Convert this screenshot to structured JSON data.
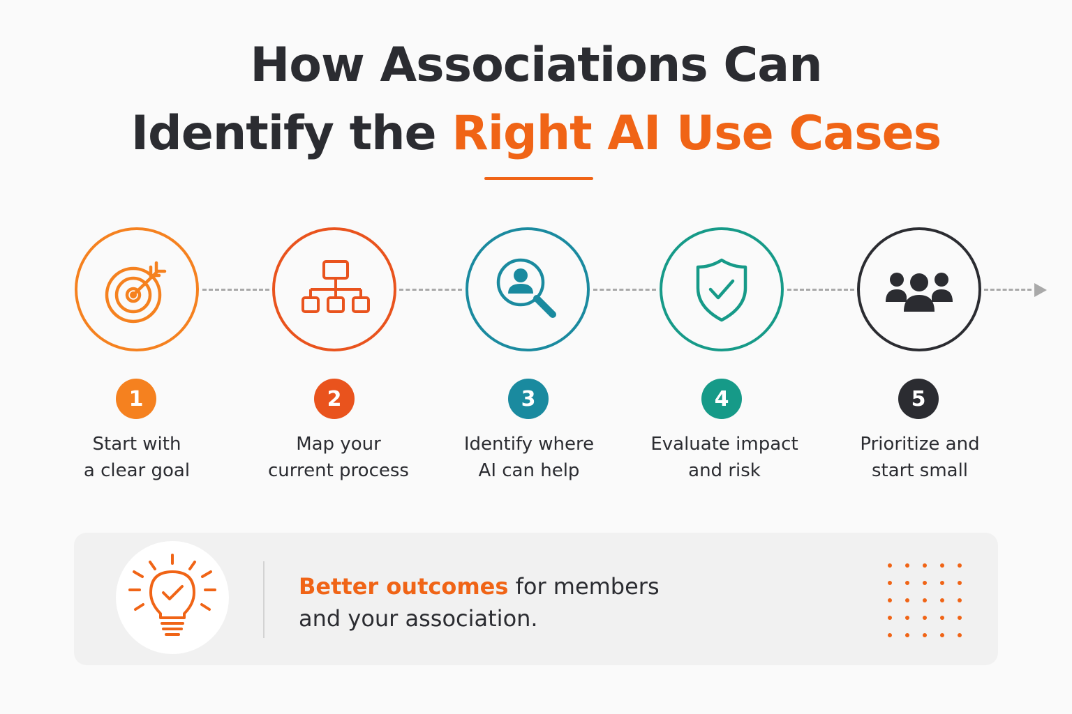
{
  "header": {
    "line1": "How Associations Can",
    "line2_prefix": "Identify the ",
    "line2_accent": "Right AI Use Cases"
  },
  "steps": [
    {
      "number": "1",
      "line1": "Start with",
      "line2": "a clear goal",
      "icon": "target-arrow-icon",
      "color": "#f5811f"
    },
    {
      "number": "2",
      "line1": "Map your",
      "line2": "current process",
      "icon": "process-flowchart-icon",
      "color": "#e9531d"
    },
    {
      "number": "3",
      "line1": "Identify where",
      "line2": "AI can help",
      "icon": "search-person-icon",
      "color": "#1a8a9f"
    },
    {
      "number": "4",
      "line1": "Evaluate impact",
      "line2": "and risk",
      "icon": "shield-check-icon",
      "color": "#169a88"
    },
    {
      "number": "5",
      "line1": "Prioritize and",
      "line2": "start small",
      "icon": "people-group-icon",
      "color": "#2b2c31"
    }
  ],
  "banner": {
    "icon": "lightbulb-check-icon",
    "accent_text": "Better outcomes",
    "text_line1_rest": " for members",
    "text_line2": "and your association.",
    "accent_color": "#f06416"
  }
}
